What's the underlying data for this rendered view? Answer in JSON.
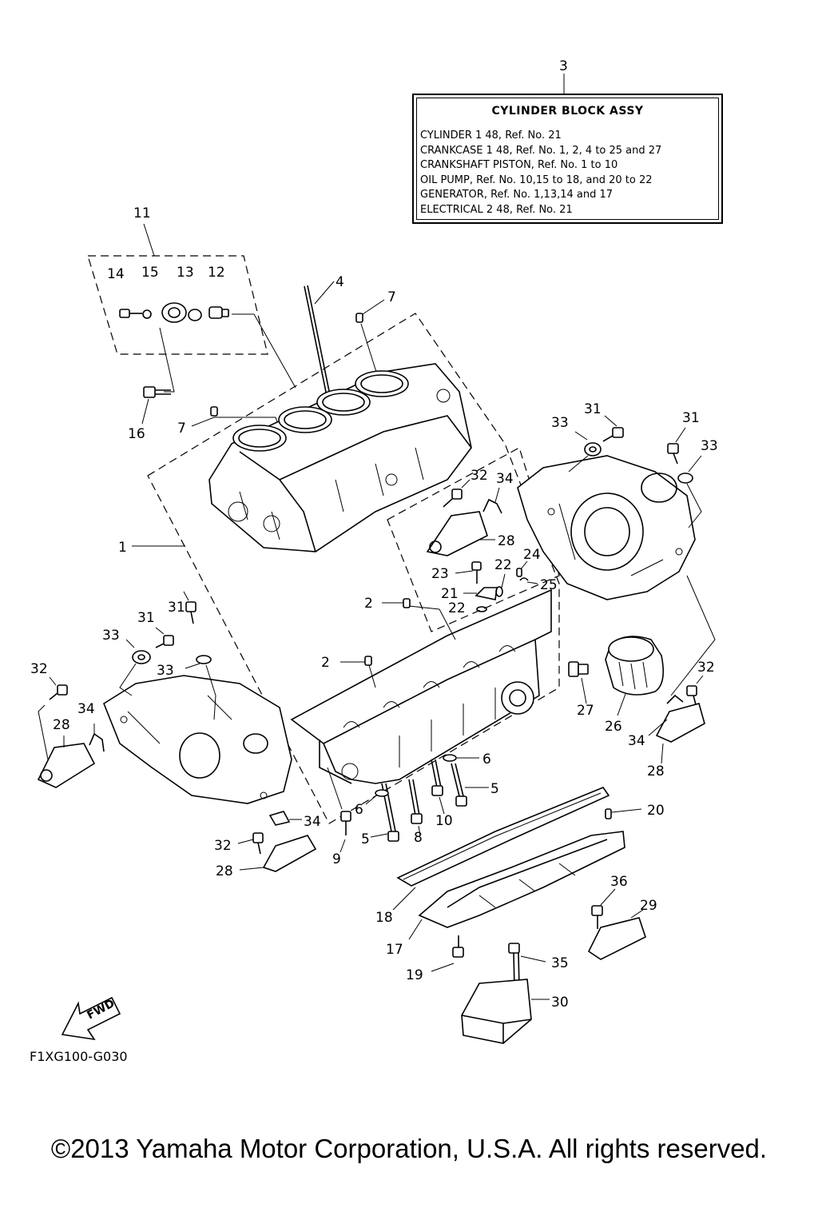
{
  "info_box": {
    "callout": "3",
    "title": "CYLINDER BLOCK ASSY",
    "lines": [
      "CYLINDER 1 48,  Ref. No. 21",
      "CRANKCASE 1 48, Ref. No. 1, 2, 4 to 25 and 27",
      "CRANKSHAFT PISTON,  Ref. No. 1 to 10",
      "OIL PUMP,  Ref. No. 10,15 to 18, and 20 to 22",
      "GENERATOR,  Ref. No. 1,13,14 and 17",
      "ELECTRICAL 2 48,  Ref. No. 21"
    ]
  },
  "callouts": [
    "1",
    "2",
    "2",
    "4",
    "5",
    "5",
    "6",
    "6",
    "7",
    "7",
    "8",
    "9",
    "10",
    "11",
    "12",
    "13",
    "14",
    "15",
    "16",
    "17",
    "18",
    "19",
    "20",
    "21",
    "22",
    "22",
    "23",
    "24",
    "25",
    "26",
    "27",
    "28",
    "28",
    "28",
    "28",
    "29",
    "30",
    "31",
    "31",
    "31",
    "31",
    "32",
    "32",
    "32",
    "32",
    "33",
    "33",
    "33",
    "33",
    "34",
    "34",
    "34",
    "34",
    "35",
    "36"
  ],
  "fwd_label": "FWD",
  "diagram_code": "F1XG100-G030",
  "copyright": "©2013 Yamaha Motor Corporation, U.S.A. All rights reserved."
}
